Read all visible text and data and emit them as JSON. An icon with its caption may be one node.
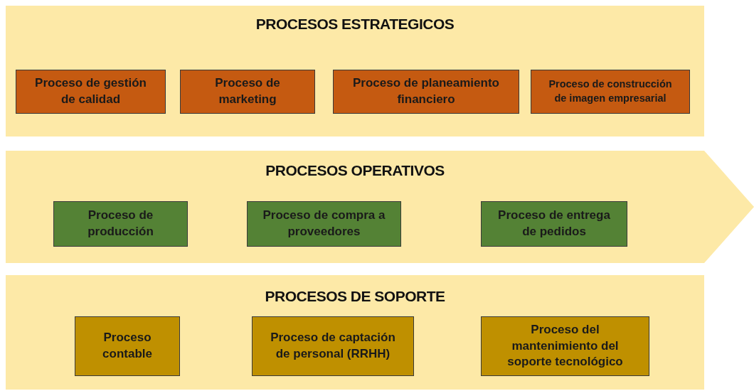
{
  "diagram": {
    "nodes": [
      {
        "text": [
          "PROCESOS ESTRATEGICOS"
        ]
      },
      {
        "text": [
          "Proceso de gestión de calidad"
        ],
        "in": 0
      },
      {
        "text": [
          "Proceso de marketing"
        ],
        "in": 0
      },
      {
        "text": [
          "Proceso de planeamiento financiero"
        ],
        "in": 0
      },
      {
        "text": [
          "Proceso de construcción de imagen empresarial"
        ],
        "in": 0
      },
      {
        "text": [
          "PROCESOS OPERATIVOS"
        ]
      },
      {
        "text": [
          "Proceso de producción"
        ],
        "in": 5
      },
      {
        "text": [
          "Proceso de compra a proveedores"
        ],
        "in": 5
      },
      {
        "text": [
          "Proceso de entrega de pedidos"
        ],
        "in": 5
      },
      {
        "text": [
          "PROCESOS DE SOPORTE"
        ]
      },
      {
        "text": [
          "Proceso contable"
        ],
        "in": 9
      },
      {
        "text": [
          "Proceso de captación de personal (RRHH)"
        ],
        "in": 9
      },
      {
        "text": [
          "Proceso del mantenimiento del soporte tecnológico"
        ],
        "in": 9
      }
    ],
    "edges": []
  }
}
